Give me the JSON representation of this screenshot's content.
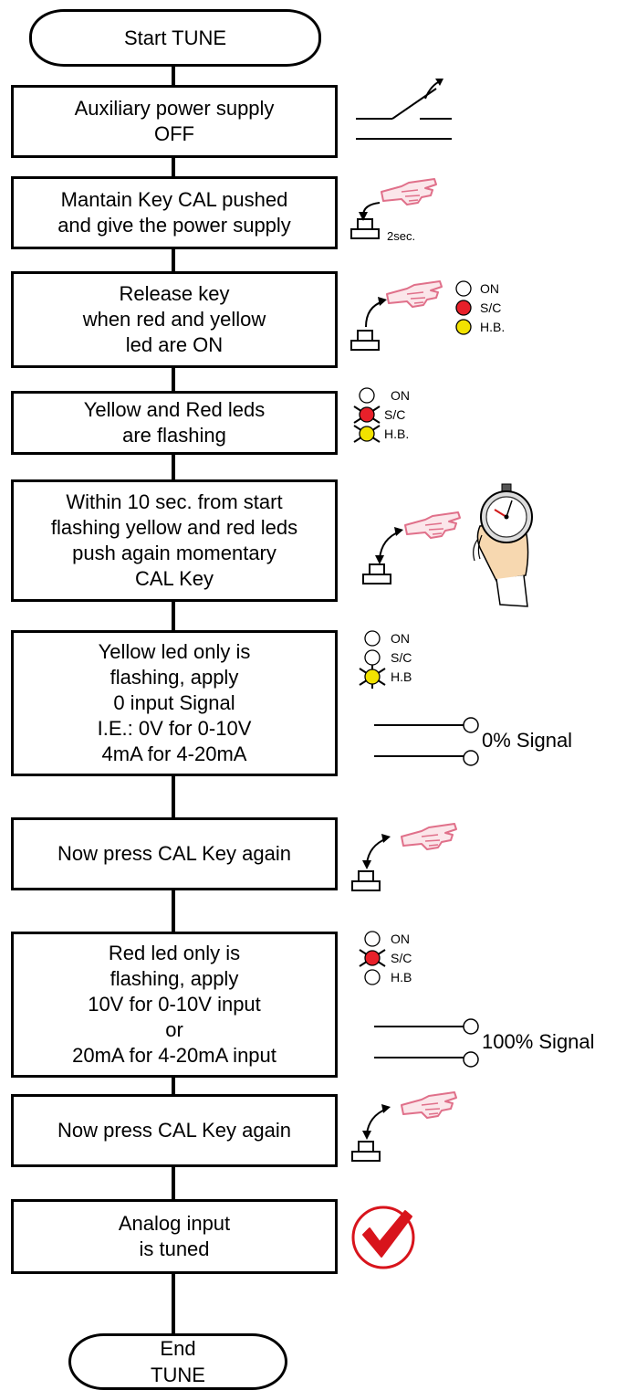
{
  "start": "Start TUNE",
  "end": [
    "End",
    "TUNE"
  ],
  "steps": [
    {
      "lines": [
        "Auxiliary power supply",
        "OFF"
      ]
    },
    {
      "lines": [
        "Mantain Key CAL pushed",
        "and give the power supply"
      ]
    },
    {
      "lines": [
        "Release key",
        "when red and yellow",
        "led are ON"
      ]
    },
    {
      "lines": [
        "Yellow and Red leds",
        "are flashing"
      ]
    },
    {
      "lines": [
        "Within 10 sec. from start",
        "flashing yellow and red leds",
        "push again momentary",
        "CAL Key"
      ]
    },
    {
      "lines": [
        "Yellow led only is",
        "flashing, apply",
        "0 input Signal",
        "I.E.: 0V for 0-10V",
        "4mA for 4-20mA"
      ]
    },
    {
      "lines": [
        "Now press CAL Key again"
      ]
    },
    {
      "lines": [
        "Red led only is",
        "flashing, apply",
        "10V for 0-10V input",
        "or",
        "20mA for 4-20mA input"
      ]
    },
    {
      "lines": [
        "Now press CAL Key again"
      ]
    },
    {
      "lines": [
        "Analog input",
        "is tuned"
      ]
    }
  ],
  "annotations": {
    "hold_time": "2sec.",
    "led_labels": [
      "ON",
      "S/C",
      "H.B."
    ],
    "led_labels_short": [
      "ON",
      "S/C",
      "H.B"
    ],
    "signal_zero": "0% Signal",
    "signal_full": "100% Signal"
  },
  "colors": {
    "led_red": "#e8202a",
    "led_yellow": "#f2e200",
    "hand_pink": "#e0708a",
    "check_red": "#d8141c"
  },
  "icons": [
    "switch-open-icon",
    "pushbutton-icon",
    "pointing-hand-icon",
    "stopwatch-hand-icon",
    "check-mark-icon"
  ]
}
